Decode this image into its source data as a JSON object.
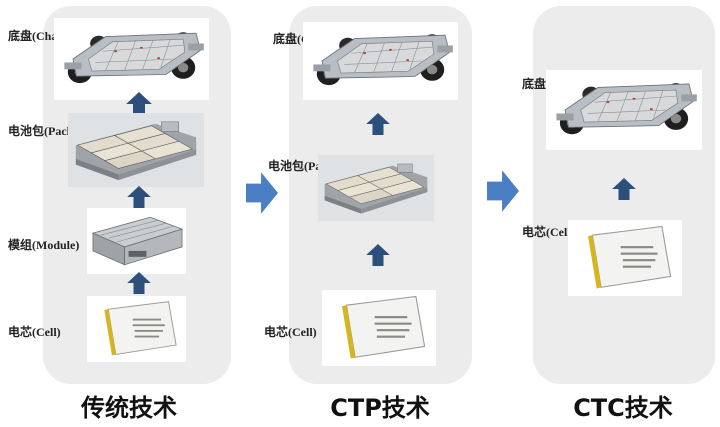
{
  "columns": [
    {
      "title": "传统技术",
      "labels": {
        "chassis": "底盘(Chassis)",
        "pack": "电池包(Pack)",
        "module": "模组(Module)",
        "cell": "电芯(Cell)"
      }
    },
    {
      "title": "CTP技术",
      "labels": {
        "chassis": "底盘(Chassis)",
        "pack": "电池包(Pack)",
        "cell": "电芯(Cell)"
      }
    },
    {
      "title": "CTC技术",
      "labels": {
        "chassis": "底盘(Chassis)",
        "cell": "电芯(Cell)"
      }
    }
  ],
  "colors": {
    "arrow": "#2c4f7c",
    "right_arrow": "#4a7fc4",
    "panel": "#ececec",
    "cell_yellow": "#e8c52a"
  },
  "icons": [
    "chassis-image",
    "pack-image",
    "module-image",
    "cell-image",
    "up-arrow-icon",
    "right-arrow-icon"
  ]
}
